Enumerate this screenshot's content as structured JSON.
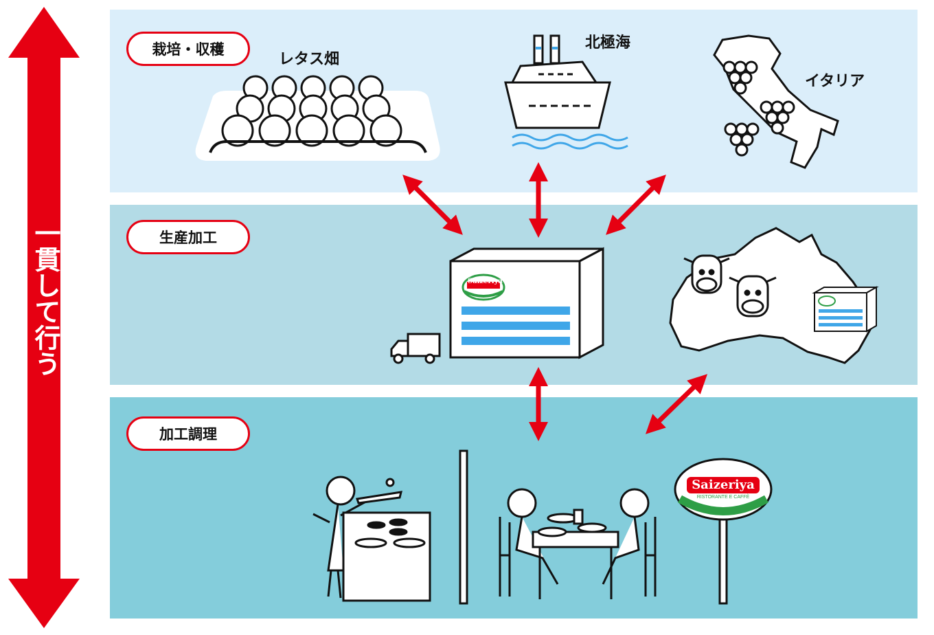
{
  "colors": {
    "accent_red": "#e60012",
    "band_top": "#dbeefa",
    "band_middle": "#b3dbe6",
    "band_bottom": "#84cddb",
    "brand_green": "#2e9e46",
    "box_stripe": "#3fa6e8"
  },
  "side_arrow": {
    "label": "一貫して行う"
  },
  "stages": [
    {
      "label": "栽培・収穫"
    },
    {
      "label": "生産加工"
    },
    {
      "label": "加工調理"
    }
  ],
  "places": {
    "lettuce_field": "レタス畑",
    "north_sea": "北極海",
    "italy": "イタリア"
  },
  "brand": {
    "name": "Saizeriya",
    "tagline": "RISTORANTE E CAFFÈ"
  },
  "icons": [
    "lettuce-field-icon",
    "ship-icon",
    "italy-map-icon",
    "grapes-icon",
    "factory-box-icon",
    "truck-icon",
    "australia-map-icon",
    "cow-icon",
    "kitchen-chef-icon",
    "dining-table-icon",
    "restaurant-sign-icon"
  ]
}
